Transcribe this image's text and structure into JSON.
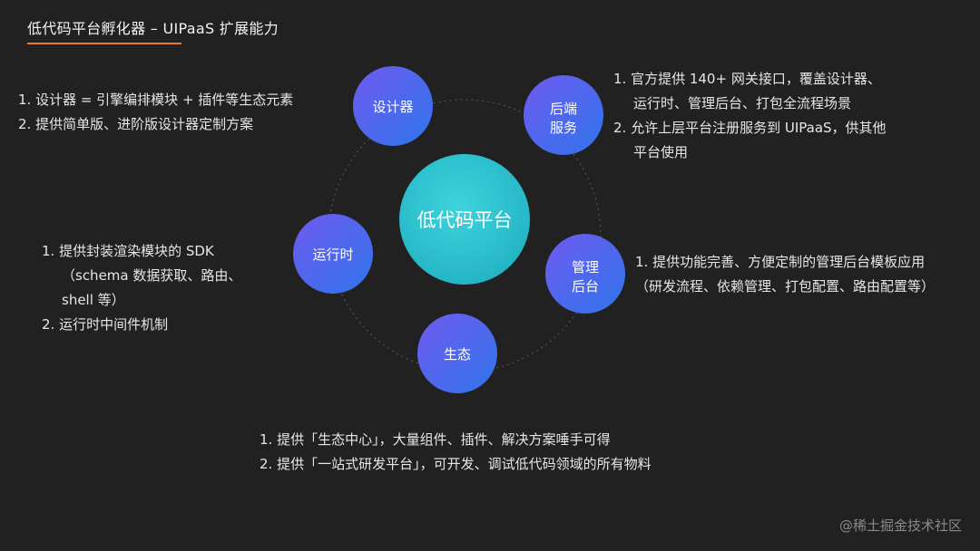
{
  "title": "低代码平台孵化器 – UIPaaS 扩展能力",
  "center": {
    "label": "低代码平台",
    "color": "#2ec4cf"
  },
  "nodes": {
    "designer": {
      "label": "设计器"
    },
    "backend": {
      "label_line1": "后端",
      "label_line2": "服务"
    },
    "admin": {
      "label_line1": "管理",
      "label_line2": "后台"
    },
    "ecosystem": {
      "label": "生态"
    },
    "runtime": {
      "label": "运行时"
    }
  },
  "node_gradient": {
    "from": "#6f5bf0",
    "to": "#2f74ea"
  },
  "designer_notes": [
    "1. 设计器 = 引擎编排模块 + 插件等生态元素",
    "2. 提供简单版、进阶版设计器定制方案"
  ],
  "backend_notes": {
    "item1_line1": "1.   官方提供 140+ 网关接口，覆盖设计器、",
    "item1_line2": "运行时、管理后台、打包全流程场景",
    "item2_line1": "2.   允许上层平台注册服务到 UIPaaS，供其他",
    "item2_line2": "平台使用"
  },
  "runtime_notes": {
    "item1_line1": "1.  提供封装渲染模块的 SDK",
    "item1_line2": "（schema 数据获取、路由、",
    "item1_line3": "shell 等）",
    "item2": "2.  运行时中间件机制"
  },
  "admin_notes": {
    "item1_line1": "1. 提供功能完善、方便定制的管理后台模板应用",
    "item1_line2": "（研发流程、依赖管理、打包配置、路由配置等）"
  },
  "ecosystem_notes": [
    "1.   提供「生态中心」，大量组件、插件、解决方案唾手可得",
    "2.   提供「一站式研发平台」，可开发、调试低代码领域的所有物料"
  ],
  "watermark": "@稀土掘金技术社区"
}
